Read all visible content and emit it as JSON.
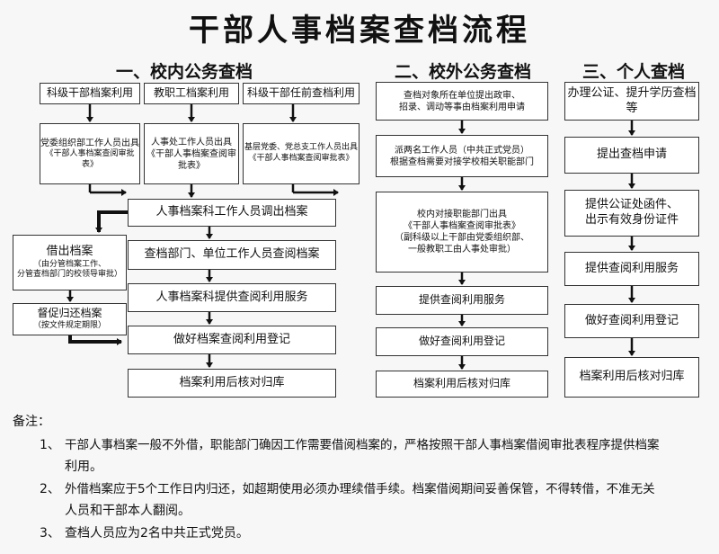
{
  "title": "干部人事档案查档流程",
  "sections": {
    "s1": "一、校内公务查档",
    "s2": "二、校外公务查档",
    "s3": "三、个人查档"
  },
  "col1": {
    "a": "科级干部档案利用",
    "b": "教职工档案利用",
    "c": "科级干部任前查档利用",
    "a2": "党委组织部工作人员出具",
    "a2_sub": "《干部人事档案查阅审批表》",
    "b2": "人事处工作人员出具",
    "b2_sub": "《干部人事档案查阅审批表》",
    "c2": "基层党委、党总支工作人员出具",
    "c2_sub": "《干部人事档案查阅审批表》",
    "s1": "人事档案科工作人员调出档案",
    "s2": "查档部门、单位工作人员查阅档案",
    "s3": "人事档案科提供查阅利用服务",
    "s4": "做好档案查阅利用登记",
    "s5": "档案利用后核对归库",
    "borrow_title": "借出档案",
    "borrow_l1": "（由分管档案工作、",
    "borrow_l2": "分管查档部门的校领导审批）",
    "return_title": "督促归还档案",
    "return_sub": "（按文件规定期限）"
  },
  "col2": {
    "b1_l1": "查档对象所在单位提出政审、",
    "b1_l2": "招录、调动等事由档案利用申请",
    "b2_l1": "派两名工作人员（中共正式党员）",
    "b2_l2": "根据查档需要对接学校相关职能部门",
    "b3_l1": "校内对接职能部门出具",
    "b3_l2": "《干部人事档案查阅审批表》",
    "b3_l3": "（副科级以上干部由党委组织部、",
    "b3_l4": "一般教职工由人事处审批）",
    "b4": "提供查阅利用服务",
    "b5": "做好查阅利用登记",
    "b6": "档案利用后核对归库"
  },
  "col3": {
    "b1": "办理公证、提升学历查档等",
    "b2": "提出查档申请",
    "b3_l1": "提供公证处函件、",
    "b3_l2": "出示有效身份证件",
    "b4": "提供查阅利用服务",
    "b5": "做好查阅利用登记",
    "b6": "档案利用后核对归库"
  },
  "notes": {
    "heading": "备注：",
    "n1_num": "1、",
    "n1_l1": "干部人事档案一般不外借，职能部门确因工作需要借阅档案的，严格按照干部人事档案借阅审批表程序提供档案",
    "n1_l2": "利用。",
    "n2_num": "2、",
    "n2_l1": "外借档案应于5个工作日内归还，如超期使用必须办理续借手续。档案借阅期间妥善保管，不得转借，不准无关",
    "n2_l2": "人员和干部本人翻阅。",
    "n3_num": "3、",
    "n3_l1": "查档人员应为2名中共正式党员。"
  }
}
